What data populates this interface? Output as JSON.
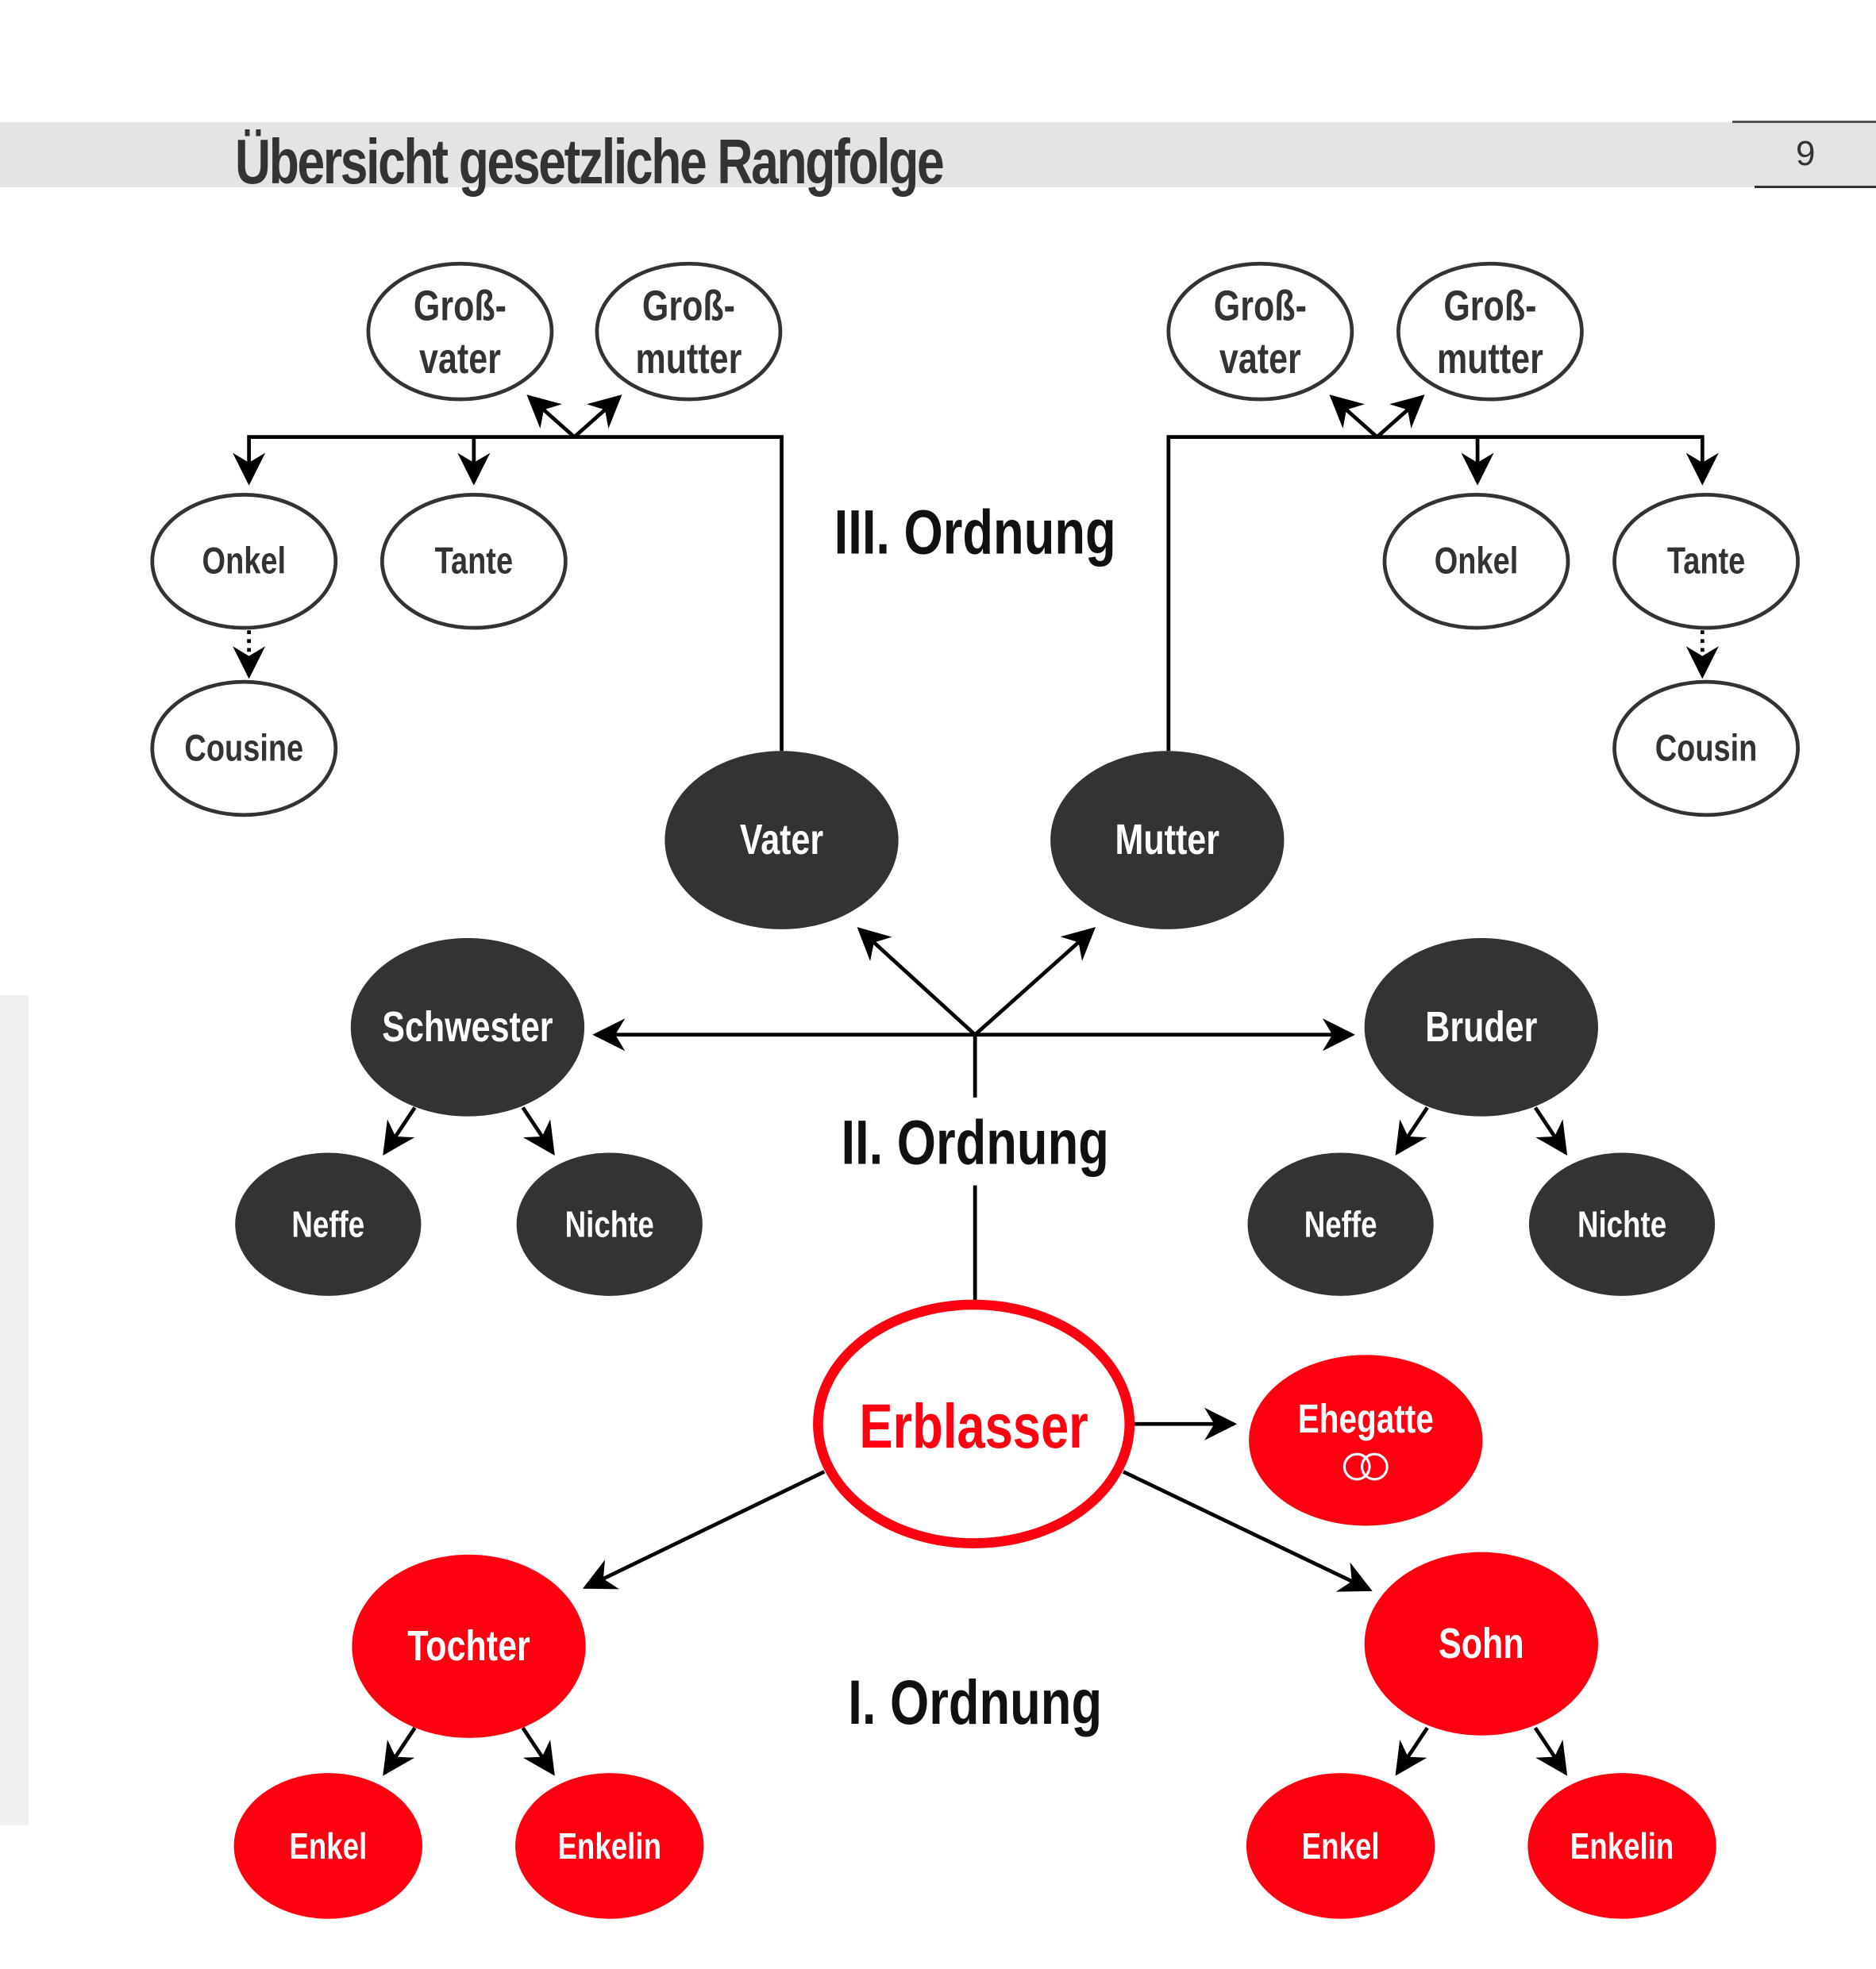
{
  "header": {
    "title": "Übersicht gesetzliche Rangfolge",
    "page_number": "9"
  },
  "colors": {
    "dark": "#333333",
    "red": "#ff0010",
    "outline": "#333333",
    "white": "#ffffff",
    "header_band": "#e4e4e4"
  },
  "orders": {
    "third": "III. Ordnung",
    "second": "II. Ordnung",
    "first": "I. Ordnung"
  },
  "nodes": {
    "grossvater_left": [
      "Groß-",
      "vater"
    ],
    "grossmutter_left": [
      "Groß-",
      "mutter"
    ],
    "grossvater_right": [
      "Groß-",
      "vater"
    ],
    "grossmutter_right": [
      "Groß-",
      "mutter"
    ],
    "onkel_left": "Onkel",
    "tante_left": "Tante",
    "cousine": "Cousine",
    "onkel_right": "Onkel",
    "tante_right": "Tante",
    "cousin": "Cousin",
    "vater": "Vater",
    "mutter": "Mutter",
    "schwester": "Schwester",
    "bruder": "Bruder",
    "neffe_left": "Neffe",
    "nichte_left": "Nichte",
    "neffe_right": "Neffe",
    "nichte_right": "Nichte",
    "erblasser": "Erblasser",
    "ehegatte": "Ehegatte",
    "tochter": "Tochter",
    "sohn": "Sohn",
    "enkel_left": "Enkel",
    "enkelin_left": "Enkelin",
    "enkel_right": "Enkel",
    "enkelin_right": "Enkelin"
  },
  "icons": {
    "ehegatte_icon": "wedding-rings-icon"
  }
}
